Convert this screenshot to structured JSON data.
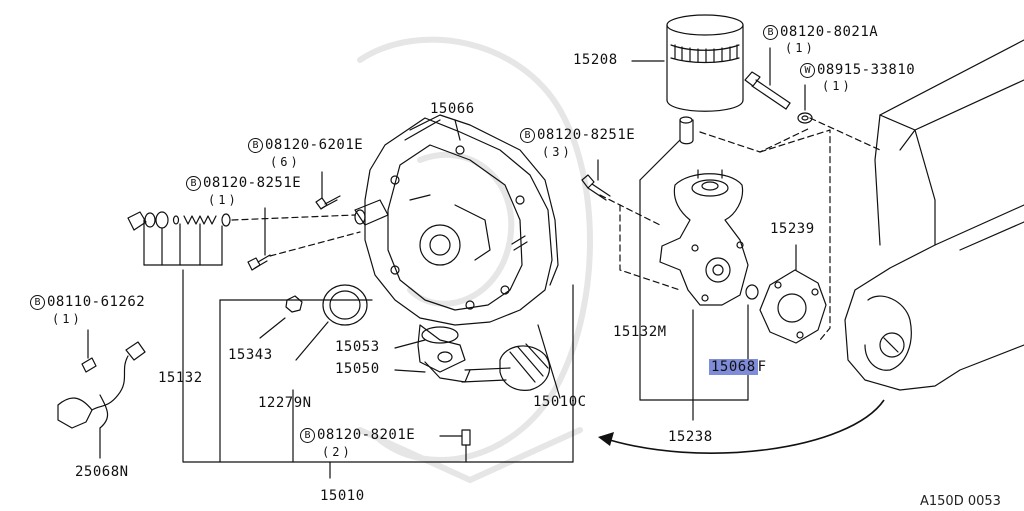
{
  "drawing_ref": "A150D 0053",
  "highlight_color": "#7f8cd9",
  "parts": {
    "p15208": "15208",
    "p15066": "15066",
    "p15239": "15239",
    "p15132M": "15132M",
    "p15068_num": "15068",
    "p15068_suffix": "F",
    "p15238": "15238",
    "p15010C": "15010C",
    "p15053": "15053",
    "p15050": "15050",
    "p15343": "15343",
    "p15132": "15132",
    "p12279N": "12279N",
    "p25068N": "25068N",
    "p15010": "15010"
  },
  "fasteners": {
    "f1": {
      "mark": "B",
      "code": "08120-8021A",
      "qty": "(1)"
    },
    "f2": {
      "mark": "W",
      "code": "08915-33810",
      "qty": "(1)"
    },
    "f3": {
      "mark": "B",
      "code": "08120-8251E",
      "qty": "(3)"
    },
    "f4": {
      "mark": "B",
      "code": "08120-6201E",
      "qty": "(6)"
    },
    "f5": {
      "mark": "B",
      "code": "08120-8251E",
      "qty": "(1)"
    },
    "f6": {
      "mark": "B",
      "code": "08110-61262",
      "qty": "(1)"
    },
    "f7": {
      "mark": "B",
      "code": "08120-8201E",
      "qty": "(2)"
    }
  }
}
